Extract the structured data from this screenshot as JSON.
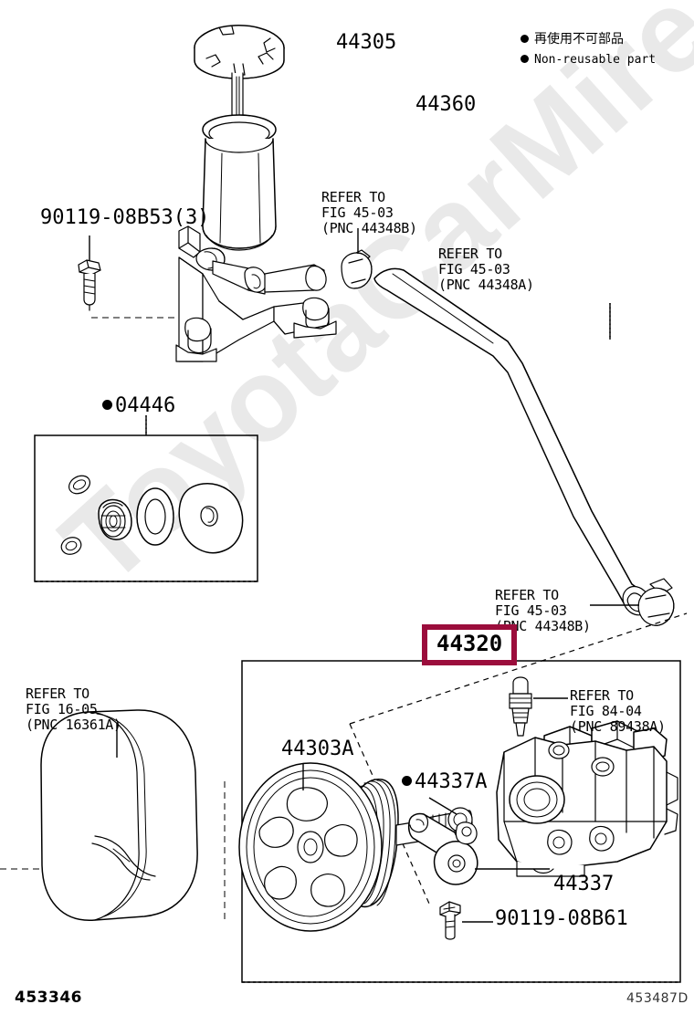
{
  "diagram": {
    "title": "Power steering pump / reservoir exploded parts diagram",
    "highlight_color": "#9b0d3c"
  },
  "legend": {
    "jp": "再使用不可部品",
    "en": "Non-reusable part",
    "marker": "filled-circle"
  },
  "labels": {
    "reservoir_cap": "44305",
    "reservoir_assy": "44360",
    "reservoir_bolt": "90119-08B53(3)",
    "seal_kit": "04446",
    "pump_assy": "44320",
    "pulley": "44303A",
    "oring": "44337A",
    "suction_fitting": "44337",
    "fitting_bolt": "90119-08B61"
  },
  "refs": {
    "hose_b": {
      "line1": "REFER TO",
      "line2": "FIG 45-03",
      "line3": "(PNC 44348B)"
    },
    "hose_a": {
      "line1": "REFER TO",
      "line2": "FIG 45-03",
      "line3": "(PNC 44348A)"
    },
    "hose_b2": {
      "line1": "REFER TO",
      "line2": "FIG 45-03",
      "line3": "(PNC 44348B)"
    },
    "belt": {
      "line1": "REFER TO",
      "line2": "FIG 16-05",
      "line3": "(PNC 16361A)"
    },
    "switch": {
      "line1": "REFER TO",
      "line2": "FIG 84-04",
      "line3": "(PNC 89438A)"
    }
  },
  "footer": {
    "left_code": "453346",
    "right_code": "453487D"
  },
  "watermark": {
    "text": "ToyotaCarMire.ru"
  }
}
